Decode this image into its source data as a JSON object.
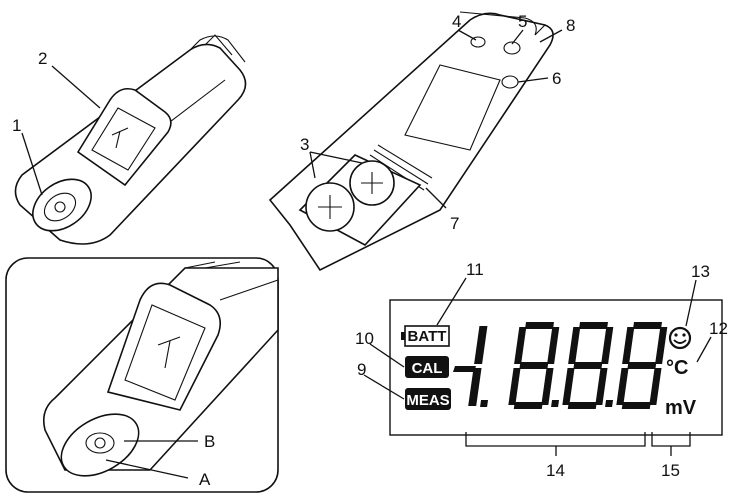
{
  "callouts": {
    "c1": "1",
    "c2": "2",
    "c3": "3",
    "c4": "4",
    "c5": "5",
    "c6": "6",
    "c7": "7",
    "c8": "8",
    "c9": "9",
    "c10": "10",
    "c11": "11",
    "c12": "12",
    "c13": "13",
    "c14": "14",
    "c15": "15",
    "cA": "A",
    "cB": "B"
  },
  "display": {
    "batt": "BATT",
    "cal": "CAL",
    "meas": "MEAS",
    "digits": "-1.8.8.8",
    "unit_temp": "°C",
    "unit_mv": "mV",
    "smiley_icon": "smiley-icon"
  }
}
